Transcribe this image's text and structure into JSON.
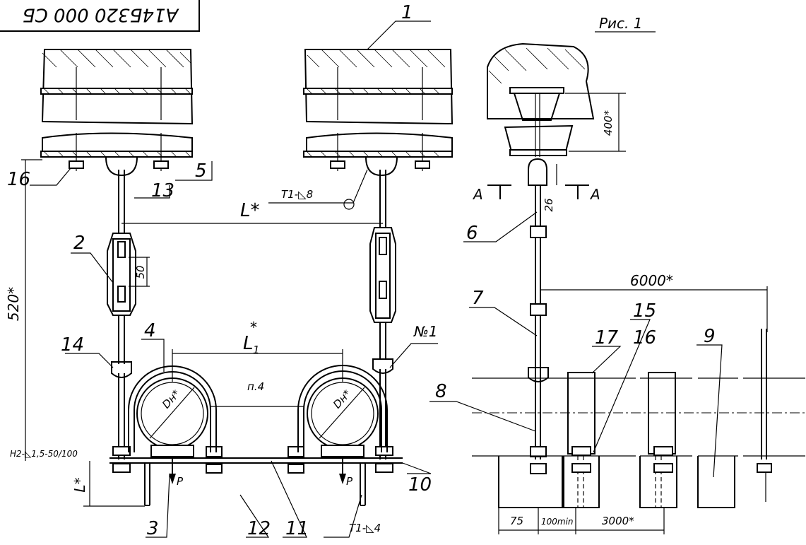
{
  "title_block": {
    "code": "А14Б320 000 СБ"
  },
  "figure_label": "Рис. 1",
  "positions": [
    "1",
    "2",
    "3",
    "4",
    "5",
    "6",
    "7",
    "8",
    "9",
    "10",
    "11",
    "12",
    "13",
    "14",
    "15",
    "16",
    "16",
    "17"
  ],
  "dimensions": {
    "L": "L*",
    "L1": "L",
    "L1_sub": "1",
    "L1_star": "*",
    "rod_width": "50",
    "height_520": "520*",
    "lstar_vertical": "L*",
    "height_400": "400*",
    "gap_26": "26",
    "span_6000": "6000*",
    "d75": "75",
    "d100": "100min",
    "d3000": "3000*",
    "dh": "Dн*",
    "p4": "п.4"
  },
  "welds": {
    "t1_8": "Т1-◺8",
    "t1_4": "Т1-◺4",
    "h2": "Н2-◺1,5-50/100"
  },
  "section": {
    "a_left": "А",
    "a_right": "А"
  },
  "loads": {
    "p": "Р"
  },
  "pipe_mark": "№1"
}
